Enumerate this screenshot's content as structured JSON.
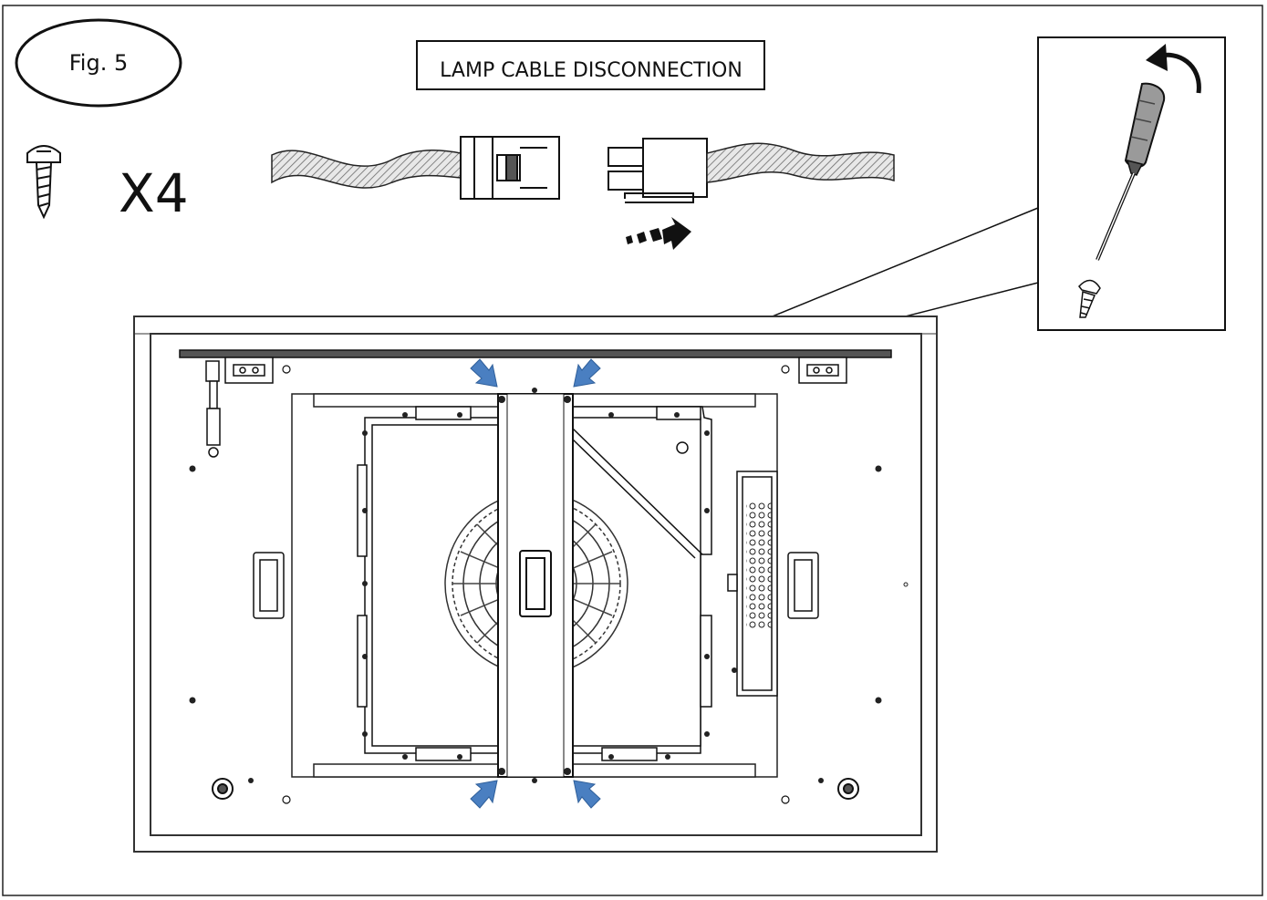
{
  "figure": {
    "label": "Fig. 5",
    "title": "LAMP CABLE DISCONNECTION"
  },
  "screw_quantity": "X4",
  "colors": {
    "line": "#111111",
    "arrow": "#4a7fc1",
    "panel_fill": "#ffffff",
    "cable_hatch": "#555555"
  },
  "icons": [
    "screw-icon",
    "screwdriver-icon",
    "rotate-counterclockwise-icon",
    "pull-direction-arrow-icon",
    "cable-connector-icon",
    "fan-icon",
    "gas-spring-icon"
  ]
}
